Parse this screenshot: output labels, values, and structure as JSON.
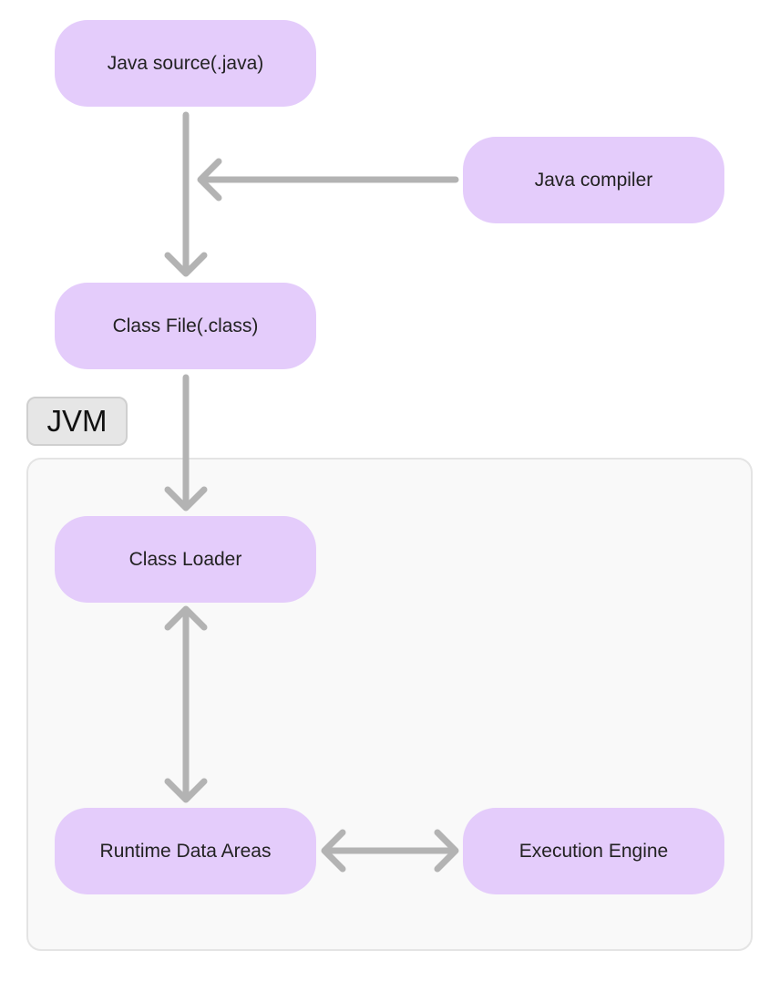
{
  "diagram": {
    "group_label": "JVM",
    "nodes": {
      "java_source": "Java source(.java)",
      "java_compiler": "Java compiler",
      "class_file": "Class File(.class)",
      "class_loader": "Class Loader",
      "runtime_data_areas": "Runtime Data Areas",
      "execution_engine": "Execution Engine"
    },
    "edges": [
      {
        "from": "java_source",
        "to": "class_file",
        "direction": "forward"
      },
      {
        "from": "java_compiler",
        "to": "java_source-class_file edge",
        "direction": "forward"
      },
      {
        "from": "class_file",
        "to": "class_loader",
        "direction": "forward"
      },
      {
        "from": "class_loader",
        "to": "runtime_data_areas",
        "direction": "both"
      },
      {
        "from": "runtime_data_areas",
        "to": "execution_engine",
        "direction": "both"
      }
    ],
    "colors": {
      "node_fill": "#e4ccfb",
      "arrow": "#b3b3b3",
      "group_fill": "#f9f9f9",
      "group_border": "#e4e4e4"
    }
  }
}
